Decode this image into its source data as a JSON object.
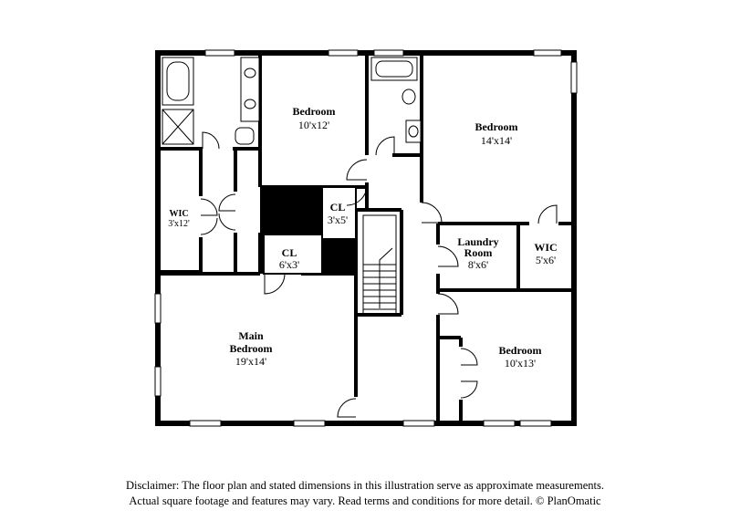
{
  "rooms": {
    "bedroom_1": {
      "name": "Bedroom",
      "dims": "10'x12'"
    },
    "bedroom_2": {
      "name": "Bedroom",
      "dims": "14'x14'"
    },
    "bedroom_3": {
      "name": "Bedroom",
      "dims": "10'x13'"
    },
    "main_bedroom": {
      "name_line1": "Main",
      "name_line2": "Bedroom",
      "dims": "19'x14'"
    },
    "wic_left": {
      "name": "WIC",
      "dims": "3'x12'"
    },
    "wic_right": {
      "name": "WIC",
      "dims": "5'x6'"
    },
    "closet_upper": {
      "name": "CL",
      "dims": "3'x5'"
    },
    "closet_lower": {
      "name": "CL",
      "dims": "6'x3'"
    },
    "laundry": {
      "name_line1": "Laundry",
      "name_line2": "Room",
      "dims": "8'x6'"
    }
  },
  "disclaimer": {
    "line1": "Disclaimer: The floor plan and stated dimensions in this illustration serve as approximate measurements.",
    "line2": "Actual square footage and features may vary. Read terms and conditions for more detail. © PlanOmatic"
  }
}
